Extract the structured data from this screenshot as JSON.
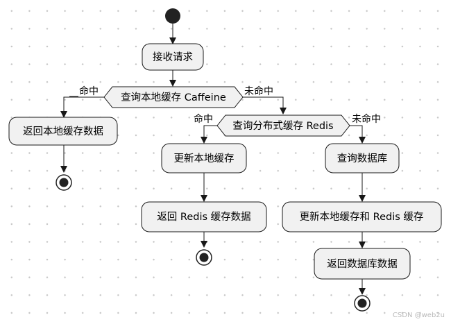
{
  "diagram": {
    "nodes": {
      "receive": "接收请求",
      "check_local": "查询本地缓存 Caffeine",
      "return_local": "返回本地缓存数据",
      "check_redis": "查询分布式缓存 Redis",
      "update_local": "更新本地缓存",
      "return_redis": "返回 Redis 缓存数据",
      "query_db": "查询数据库",
      "update_both": "更新本地缓存和 Redis 缓存",
      "return_db": "返回数据库数据"
    },
    "branches": {
      "local_hit": "命中",
      "local_miss": "未命中",
      "redis_hit": "命中",
      "redis_miss": "未命中"
    }
  },
  "watermark": "CSDN @web2u"
}
